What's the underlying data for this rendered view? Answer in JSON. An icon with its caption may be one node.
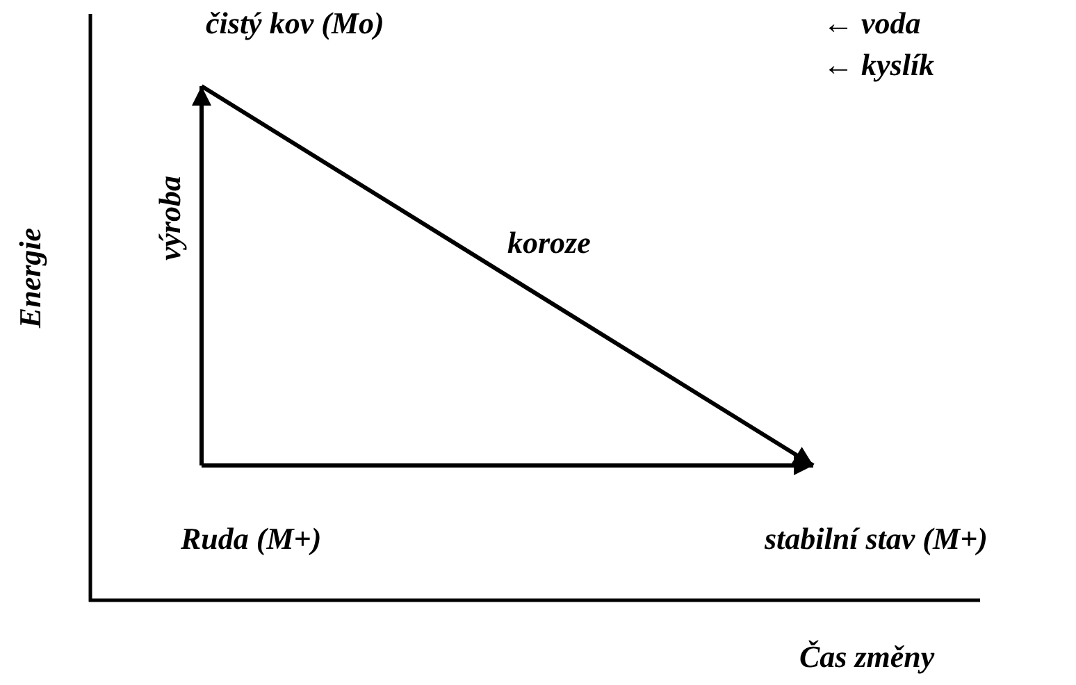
{
  "diagram": {
    "nodes": [
      {
        "text": [
          "čistý kov (Mo)"
        ]
      },
      {
        "text": [
          "Ruda (M+)"
        ]
      },
      {
        "text": [
          "stabilní stav (M+)"
        ]
      }
    ],
    "edges": [
      {
        "from": 1,
        "to": 0,
        "arrow": "to",
        "label": "výroba"
      },
      {
        "from": 0,
        "to": 2,
        "arrow": "to",
        "label": "koroze"
      },
      {
        "from": 1,
        "to": 2,
        "arrow": "to"
      }
    ],
    "labels": [
      "← voda",
      "← kyslík",
      "Energie",
      "Čas změny"
    ]
  }
}
